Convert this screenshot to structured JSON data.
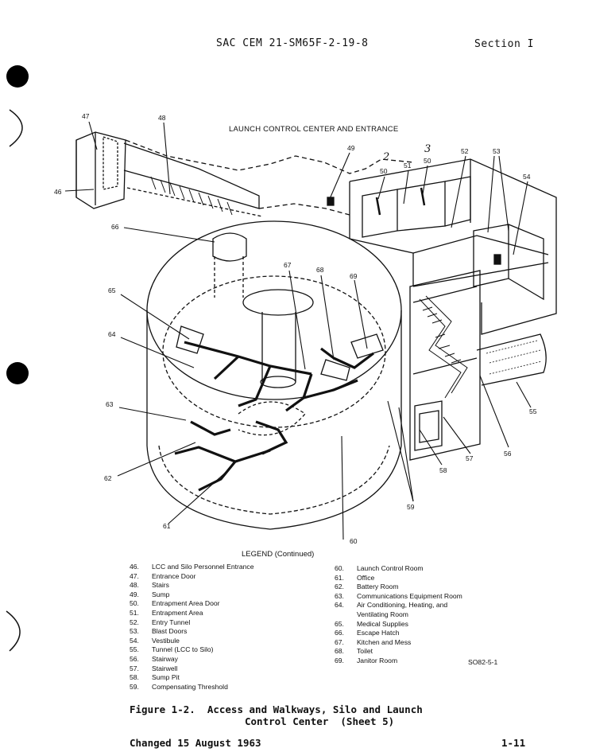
{
  "header": {
    "doc_number": "SAC CEM 21-SM65F-2-19-8",
    "section": "Section I"
  },
  "diagram": {
    "title": "LAUNCH CONTROL CENTER AND ENTRANCE",
    "callouts": [
      "47",
      "48",
      "46",
      "49",
      "50",
      "51",
      "50",
      "52",
      "53",
      "54",
      "66",
      "67",
      "68",
      "69",
      "65",
      "64",
      "63",
      "62",
      "61",
      "60",
      "59",
      "58",
      "57",
      "56",
      "55"
    ],
    "handwritten": [
      "2",
      "3"
    ]
  },
  "legend": {
    "title": "LEGEND (Continued)",
    "left": [
      {
        "num": "46.",
        "label": "LCC and Silo Personnel Entrance"
      },
      {
        "num": "47.",
        "label": "Entrance Door"
      },
      {
        "num": "48.",
        "label": "Stairs"
      },
      {
        "num": "49.",
        "label": "Sump"
      },
      {
        "num": "50.",
        "label": "Entrapment Area Door"
      },
      {
        "num": "51.",
        "label": "Entrapment Area"
      },
      {
        "num": "52.",
        "label": "Entry Tunnel"
      },
      {
        "num": "53.",
        "label": "Blast Doors"
      },
      {
        "num": "54.",
        "label": "Vestibule"
      },
      {
        "num": "55.",
        "label": "Tunnel (LCC to Silo)"
      },
      {
        "num": "56.",
        "label": "Stairway"
      },
      {
        "num": "57.",
        "label": "Stairwell"
      },
      {
        "num": "58.",
        "label": "Sump Pit"
      },
      {
        "num": "59.",
        "label": "Compensating Threshold"
      }
    ],
    "right": [
      {
        "num": "60.",
        "label": "Launch Control Room"
      },
      {
        "num": "61.",
        "label": "Office"
      },
      {
        "num": "62.",
        "label": "Battery Room"
      },
      {
        "num": "63.",
        "label": "Communications Equipment Room"
      },
      {
        "num": "64.",
        "label": "Air Conditioning, Heating, and"
      },
      {
        "num": "",
        "label": "Ventilating Room"
      },
      {
        "num": "65.",
        "label": "Medical Supplies"
      },
      {
        "num": "66.",
        "label": "Escape Hatch"
      },
      {
        "num": "67.",
        "label": "Kitchen and Mess"
      },
      {
        "num": "68.",
        "label": "Toilet"
      },
      {
        "num": "69.",
        "label": "Janitor Room"
      }
    ]
  },
  "figure_code": "SO82-5-1",
  "caption": {
    "line1": "Figure 1-2.  Access and Walkways, Silo and Launch",
    "line2": "Control Center  (Sheet 5)"
  },
  "footer": {
    "changed": "Changed 15 August 1963",
    "page": "1-11"
  }
}
